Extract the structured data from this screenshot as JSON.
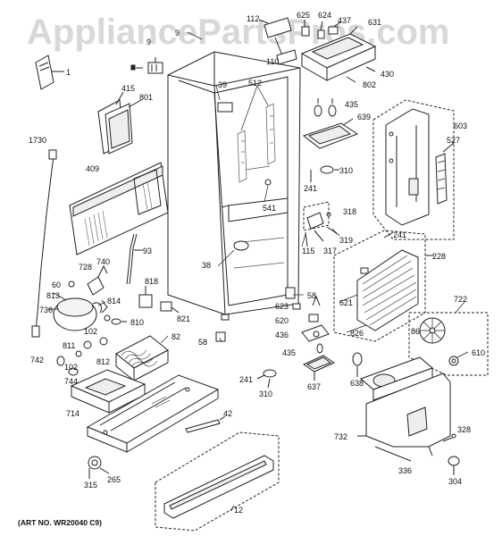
{
  "watermark": "AppliancePartsPros.com",
  "art_number": "(ART NO. WR20040 C9)",
  "callouts": {
    "c1": "1",
    "c9a": "9",
    "c9b": "9",
    "c112": "112",
    "c625": "625",
    "c624": "624",
    "c437": "437",
    "c631": "631",
    "c110": "110",
    "c430": "430",
    "c802": "802",
    "c415": "415",
    "c801": "801",
    "c39": "39",
    "c512": "512",
    "c435a": "435",
    "c639": "639",
    "c603": "603",
    "c527": "527",
    "c1730": "1730",
    "c409": "409",
    "c310a": "310",
    "c241a": "241",
    "c541": "541",
    "c318": "318",
    "c319": "319",
    "c317": "317",
    "c115": "115",
    "c241b": "241",
    "c228": "228",
    "c93": "93",
    "c38": "38",
    "c728": "728",
    "c740": "740",
    "c60": "60",
    "c818": "818",
    "c813": "813",
    "c814": "814",
    "c58a": "58",
    "c621": "621",
    "c736": "736",
    "c810": "810",
    "c821": "821",
    "c623": "623",
    "c620": "620",
    "c826": "826",
    "c722": "722",
    "c102a": "102",
    "c436": "436",
    "c86": "86",
    "c82": "82",
    "c811": "811",
    "c812": "812",
    "c58b": "58",
    "c435b": "435",
    "c742": "742",
    "c102b": "102",
    "c610": "610",
    "c744": "744",
    "c241c": "241",
    "c637": "637",
    "c638": "638",
    "c310b": "310",
    "c714": "714",
    "c42": "42",
    "c732": "732",
    "c328": "328",
    "c336": "336",
    "c315": "315",
    "c265": "265",
    "c304": "304",
    "c12": "12"
  }
}
